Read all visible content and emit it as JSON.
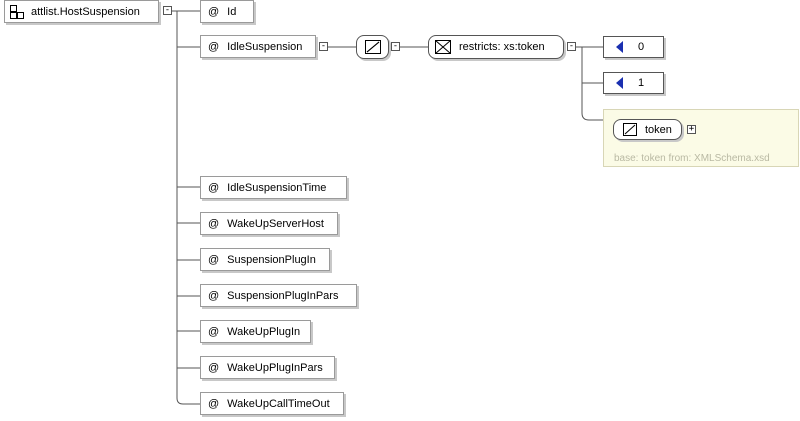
{
  "root": {
    "label": "attlist.HostSuspension",
    "icon": "attribute-group-icon"
  },
  "attribute_symbol": "@",
  "attributes": [
    "Id",
    "IdleSuspension",
    "IdleSuspensionTime",
    "WakeUpServerHost",
    "SuspensionPlugIn",
    "SuspensionPlugInPars",
    "WakeUpPlugIn",
    "WakeUpPlugInPars",
    "WakeUpCallTimeOut"
  ],
  "restriction": {
    "label": "restricts: xs:token"
  },
  "enumerations": [
    "0",
    "1"
  ],
  "base_type": {
    "label": "token",
    "note": "base: token from: XMLSchema.xsd"
  },
  "toggles": {
    "collapse": "-",
    "expand": "+"
  },
  "colors": {
    "enum_marker": "#1a2fb0",
    "note_bg": "#fbfbe6",
    "note_text": "#b9b9a3"
  }
}
